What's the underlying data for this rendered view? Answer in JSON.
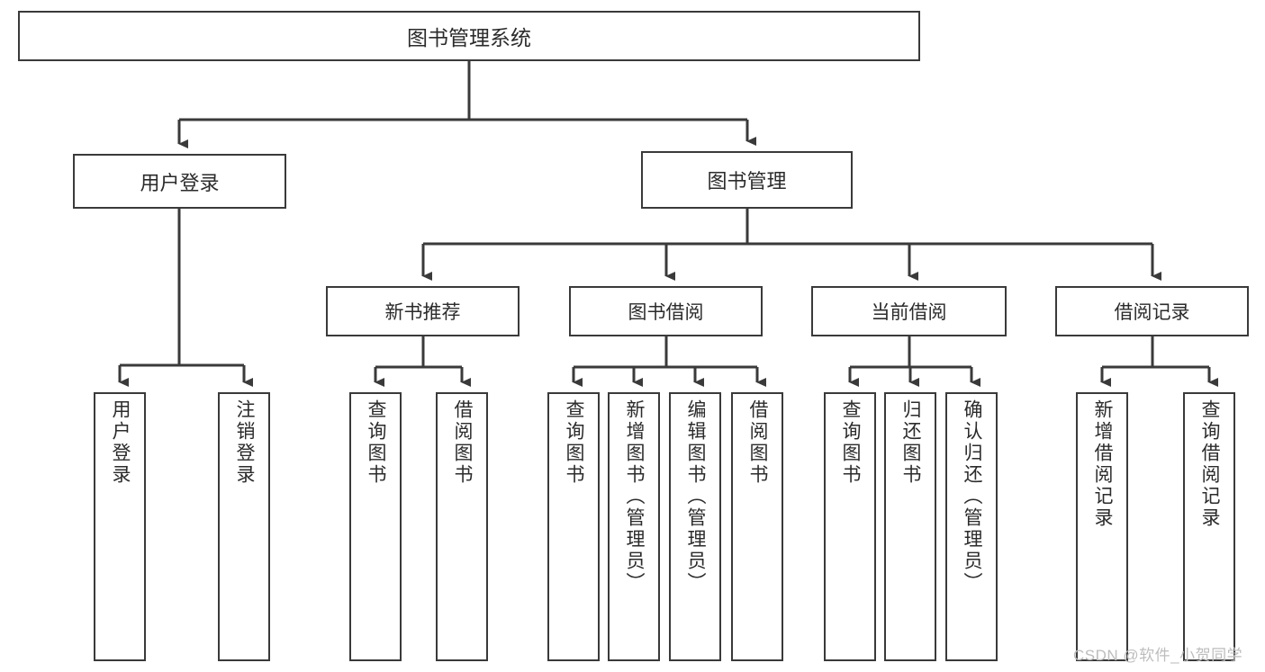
{
  "diagram": {
    "title": "图书管理系统",
    "type": "tree",
    "watermark": "CSDN @软件_小贺同学",
    "colors": {
      "background": "#ffffff",
      "box_border": "#3a3a3a",
      "box_fill": "#ffffff",
      "connector": "#3a3a3a",
      "text": "#2b2b2b",
      "watermark": "#bdbdbd"
    },
    "root": {
      "label": "图书管理系统"
    },
    "level1": [
      {
        "label": "用户登录"
      },
      {
        "label": "图书管理"
      }
    ],
    "level2": [
      {
        "label": "新书推荐",
        "parent": "图书管理"
      },
      {
        "label": "图书借阅",
        "parent": "图书管理"
      },
      {
        "label": "当前借阅",
        "parent": "图书管理"
      },
      {
        "label": "借阅记录",
        "parent": "图书管理"
      }
    ],
    "leaves": {
      "user_login": [
        {
          "label": "用户登录"
        },
        {
          "label": "注销登录"
        }
      ],
      "new_book_recommend": [
        {
          "label": "查询图书"
        },
        {
          "label": "借阅图书"
        }
      ],
      "book_borrow": [
        {
          "label": "查询图书"
        },
        {
          "label": "新增图书（管理员）"
        },
        {
          "label": "编辑图书（管理员）"
        },
        {
          "label": "借阅图书"
        }
      ],
      "current_borrow": [
        {
          "label": "查询图书"
        },
        {
          "label": "归还图书"
        },
        {
          "label": "确认归还（管理员）"
        }
      ],
      "borrow_record": [
        {
          "label": "新增借阅记录"
        },
        {
          "label": "查询借阅记录"
        }
      ]
    }
  }
}
